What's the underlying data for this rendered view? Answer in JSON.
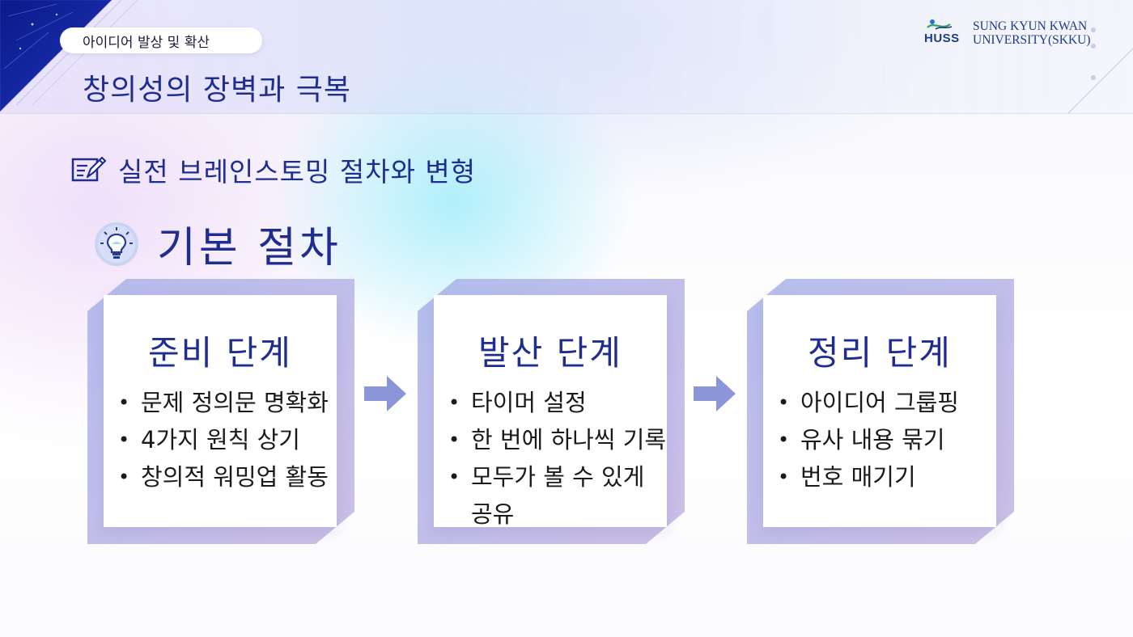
{
  "header": {
    "topic": "아이디어 발상 및 확산",
    "title": "창의성의 장벽과 극복",
    "logo": {
      "abbr": "HUSS",
      "line1": "SUNG KYUN KWAN",
      "line2": "UNIVERSITY(SKKU)"
    }
  },
  "subheading": {
    "icon": "edit-note-icon",
    "text": "실전 브레인스토밍 절차와 변형"
  },
  "section": {
    "icon": "lightbulb-icon",
    "title": "기본 절차"
  },
  "stages": [
    {
      "title": "준비 단계",
      "items": [
        "문제 정의문 명확화",
        "4가지 원칙 상기",
        "창의적 워밍업 활동"
      ]
    },
    {
      "title": "발산 단계",
      "items": [
        "타이머 설정",
        "한 번에 하나씩 기록",
        "모두가 볼 수 있게 공유"
      ]
    },
    {
      "title": "정리 단계",
      "items": [
        "아이디어 그룹핑",
        "유사 내용 묶기",
        "번호 매기기"
      ]
    }
  ],
  "colors": {
    "title": "#1e2d8f",
    "card_back": "#b9b6e4",
    "arrow": "#8a96d8"
  }
}
